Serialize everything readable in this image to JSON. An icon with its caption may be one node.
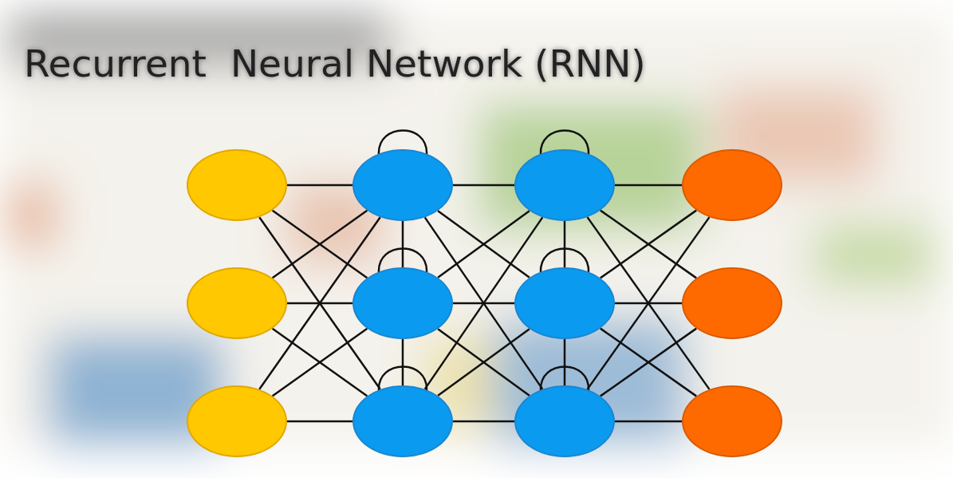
{
  "diagram": {
    "title": "Recurrent  Neural Network (RNN)",
    "nodes": [
      {
        "text": [],
        "shape": "circle"
      },
      {
        "text": [],
        "shape": "circle"
      },
      {
        "text": [],
        "shape": "circle"
      },
      {
        "text": [],
        "shape": "circle"
      },
      {
        "text": [],
        "shape": "circle"
      },
      {
        "text": [],
        "shape": "circle"
      },
      {
        "text": [],
        "shape": "circle"
      },
      {
        "text": [],
        "shape": "circle"
      },
      {
        "text": [],
        "shape": "circle"
      },
      {
        "text": [],
        "shape": "circle"
      },
      {
        "text": [],
        "shape": "circle"
      },
      {
        "text": [],
        "shape": "circle"
      }
    ],
    "edges": [
      {
        "from": 0,
        "to": 3,
        "arrow": "none"
      },
      {
        "from": 0,
        "to": 4,
        "arrow": "none"
      },
      {
        "from": 0,
        "to": 5,
        "arrow": "none"
      },
      {
        "from": 1,
        "to": 3,
        "arrow": "none"
      },
      {
        "from": 1,
        "to": 4,
        "arrow": "none"
      },
      {
        "from": 1,
        "to": 5,
        "arrow": "none"
      },
      {
        "from": 2,
        "to": 3,
        "arrow": "none"
      },
      {
        "from": 2,
        "to": 4,
        "arrow": "none"
      },
      {
        "from": 2,
        "to": 5,
        "arrow": "none"
      },
      {
        "from": 3,
        "to": 6,
        "arrow": "none"
      },
      {
        "from": 3,
        "to": 7,
        "arrow": "none"
      },
      {
        "from": 3,
        "to": 8,
        "arrow": "none"
      },
      {
        "from": 4,
        "to": 6,
        "arrow": "none"
      },
      {
        "from": 4,
        "to": 7,
        "arrow": "none"
      },
      {
        "from": 4,
        "to": 8,
        "arrow": "none"
      },
      {
        "from": 5,
        "to": 6,
        "arrow": "none"
      },
      {
        "from": 5,
        "to": 7,
        "arrow": "none"
      },
      {
        "from": 5,
        "to": 8,
        "arrow": "none"
      },
      {
        "from": 6,
        "to": 9,
        "arrow": "none"
      },
      {
        "from": 6,
        "to": 10,
        "arrow": "none"
      },
      {
        "from": 6,
        "to": 11,
        "arrow": "none"
      },
      {
        "from": 7,
        "to": 9,
        "arrow": "none"
      },
      {
        "from": 7,
        "to": 10,
        "arrow": "none"
      },
      {
        "from": 7,
        "to": 11,
        "arrow": "none"
      },
      {
        "from": 8,
        "to": 9,
        "arrow": "none"
      },
      {
        "from": 8,
        "to": 10,
        "arrow": "none"
      },
      {
        "from": 8,
        "to": 11,
        "arrow": "none"
      },
      {
        "from": 3,
        "to": 4,
        "arrow": "none"
      },
      {
        "from": 4,
        "to": 5,
        "arrow": "none"
      },
      {
        "from": 6,
        "to": 7,
        "arrow": "none"
      },
      {
        "from": 7,
        "to": 8,
        "arrow": "none"
      },
      {
        "from": 3,
        "to": 3,
        "arrow": "none"
      },
      {
        "from": 4,
        "to": 4,
        "arrow": "none"
      },
      {
        "from": 5,
        "to": 5,
        "arrow": "none"
      },
      {
        "from": 6,
        "to": 6,
        "arrow": "none"
      },
      {
        "from": 7,
        "to": 7,
        "arrow": "none"
      },
      {
        "from": 8,
        "to": 8,
        "arrow": "none"
      }
    ]
  }
}
